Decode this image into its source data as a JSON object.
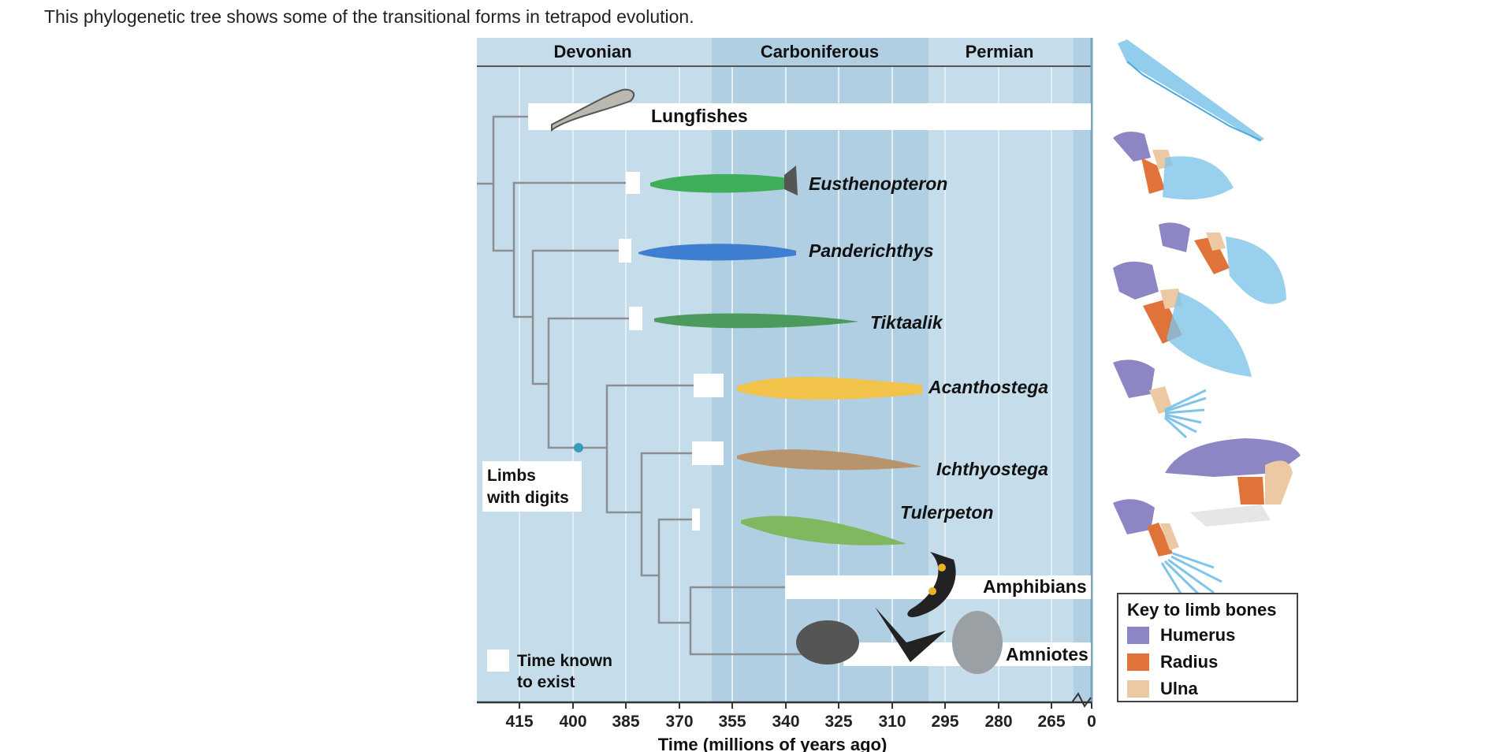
{
  "caption": "This phylogenetic tree shows some of the transitional forms in tetrapod evolution.",
  "periods": [
    "Devonian",
    "Carboniferous",
    "Permian"
  ],
  "taxa": {
    "lungfishes": "Lungfishes",
    "eusthenopteron": "Eusthenopteron",
    "panderichthys": "Panderichthys",
    "tiktaalik": "Tiktaalik",
    "acanthostega": "Acanthostega",
    "ichthyostega": "Ichthyostega",
    "tulerpeton": "Tulerpeton",
    "amphibians": "Amphibians",
    "amniotes": "Amniotes"
  },
  "limbs_label": [
    "Limbs",
    "with digits"
  ],
  "legend_time": [
    "Time known",
    "to exist"
  ],
  "key": {
    "title": "Key to limb bones",
    "items": [
      {
        "label": "Humerus",
        "color": "#8c86c4"
      },
      {
        "label": "Radius",
        "color": "#e0733a"
      },
      {
        "label": "Ulna",
        "color": "#ecc9a3"
      }
    ]
  },
  "axis": {
    "ticks": [
      "415",
      "400",
      "385",
      "370",
      "355",
      "340",
      "325",
      "310",
      "295",
      "280",
      "265",
      "0"
    ],
    "label": "Time (millions of years ago)"
  },
  "colors": {
    "light_band": "#c5dcea",
    "mid_band": "#b0cfe2",
    "tree_line": "#8a8f94",
    "limb_blue": "#7fc4ea",
    "node_dot": "#3a9ab8"
  }
}
